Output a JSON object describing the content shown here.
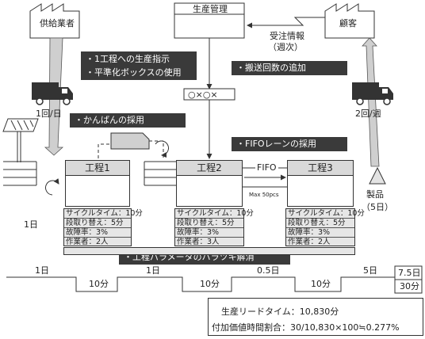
{
  "entities": {
    "supplier": "供給業者",
    "production_control": "生産管理",
    "customer": "顧客"
  },
  "order_info": {
    "line1": "受注情報",
    "line2": "（週次）"
  },
  "deliveries": {
    "inbound": "1回/日",
    "outbound": "2回/週"
  },
  "heijunka": {
    "symbol": "○×○×"
  },
  "notes": {
    "leveling": [
      "・1工程への生産指示",
      "・平準化ボックスの使用"
    ],
    "kanban": "・かんばんの採用",
    "shipping": "・搬送回数の追加",
    "fifo_lane": "・FIFOレーンの採用",
    "variation": "・工程パラメータのバラツキ解消"
  },
  "processes": [
    {
      "title": "工程1",
      "metrics": [
        "サイクルタイム：10分",
        "段取り替え：5分",
        "故障率：3%",
        "作業者：2人"
      ]
    },
    {
      "title": "工程2",
      "metrics": [
        "サイクルタイム：10分",
        "段取り替え：5分",
        "故障率：3%",
        "作業者：3人"
      ]
    },
    {
      "title": "工程3",
      "metrics": [
        "サイクルタイム：10分",
        "段取り替え：5分",
        "故障率：3%",
        "作業者：2人"
      ]
    }
  ],
  "fifo": {
    "label": "FIFO",
    "max": "Max 50pcs"
  },
  "inventory": {
    "before_process1": "1日",
    "finished_goods_label": "製品",
    "finished_goods_days": "（5日）"
  },
  "timeline": {
    "waits": [
      "1日",
      "1日",
      "0.5日",
      "5日"
    ],
    "processing": [
      "10分",
      "10分",
      "10分"
    ],
    "total_wait": "7.5日",
    "total_processing": "30分"
  },
  "summary": {
    "lead_time": "生産リードタイム：10,830分",
    "value_added_ratio": "付加価値時間割合：30/10,830×100≒0.277%"
  }
}
